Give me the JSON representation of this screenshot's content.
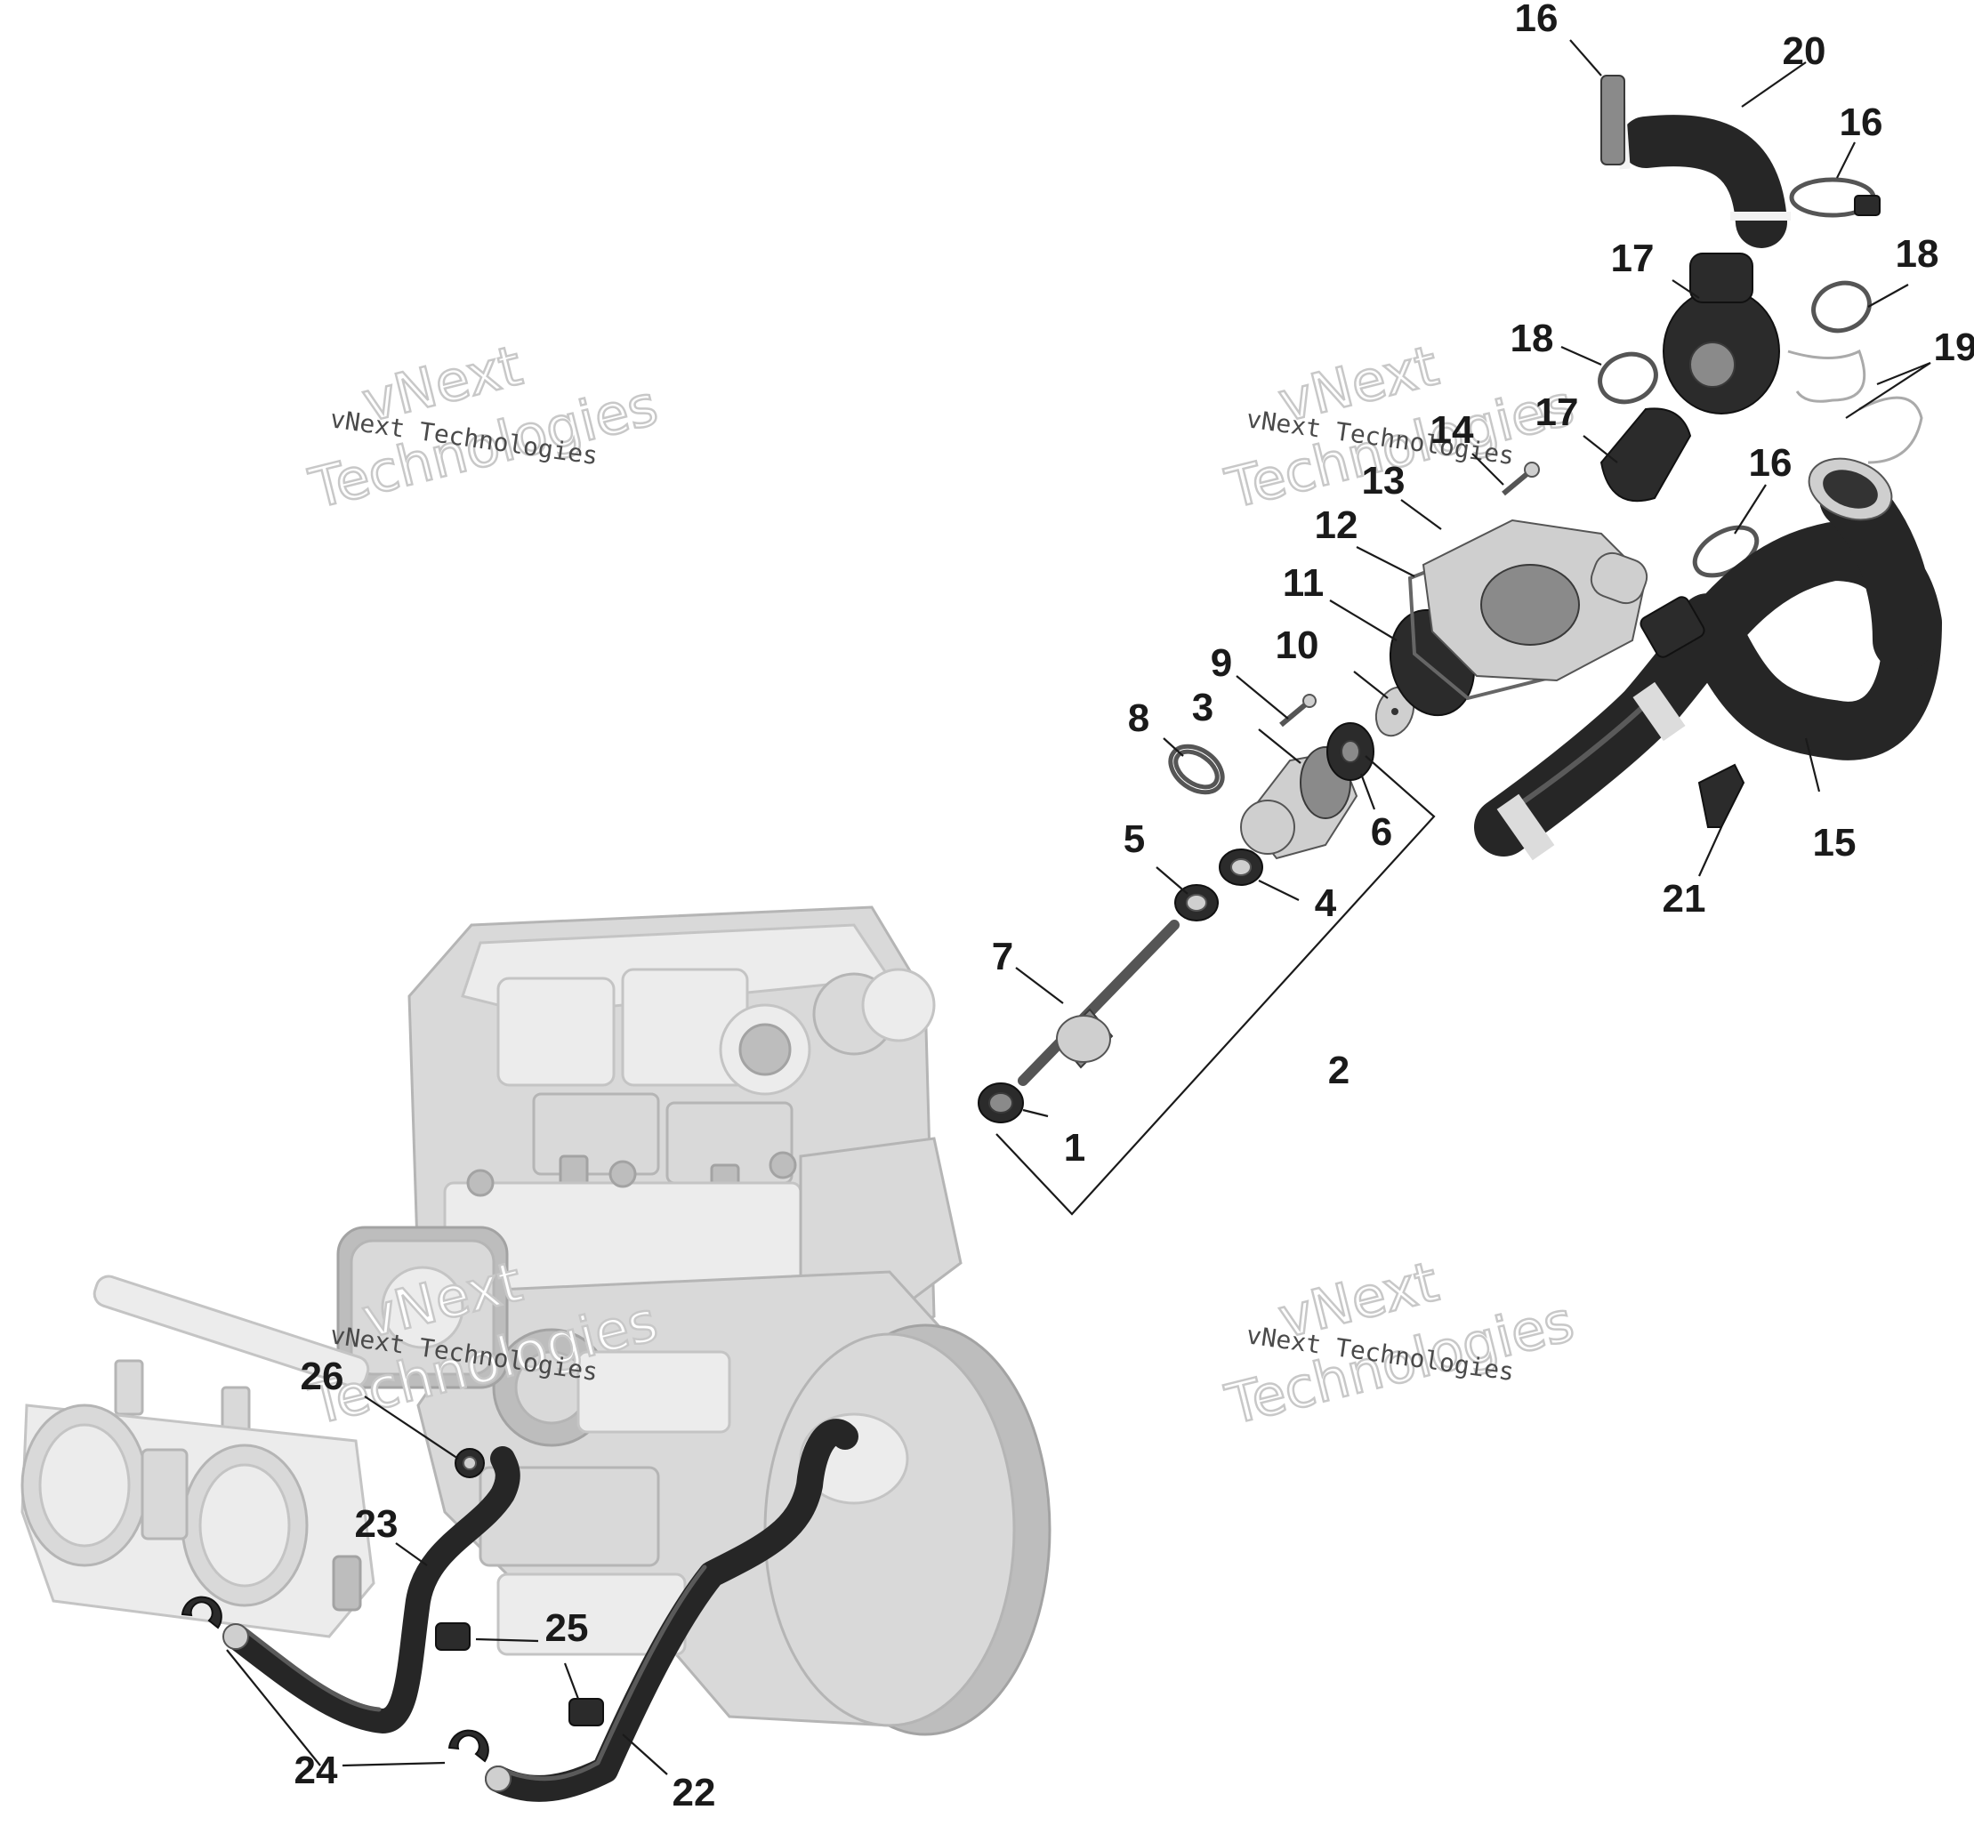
{
  "watermark": {
    "line1": "vNext",
    "line2": "Technologies",
    "small": "vNext Technologies"
  },
  "callouts": [
    {
      "id": "c1",
      "text": "1"
    },
    {
      "id": "c2",
      "text": "2"
    },
    {
      "id": "c3",
      "text": "3"
    },
    {
      "id": "c4",
      "text": "4"
    },
    {
      "id": "c5",
      "text": "5"
    },
    {
      "id": "c6",
      "text": "6"
    },
    {
      "id": "c7",
      "text": "7"
    },
    {
      "id": "c8",
      "text": "8"
    },
    {
      "id": "c9",
      "text": "9"
    },
    {
      "id": "c10",
      "text": "10"
    },
    {
      "id": "c11",
      "text": "11"
    },
    {
      "id": "c12",
      "text": "12"
    },
    {
      "id": "c13",
      "text": "13"
    },
    {
      "id": "c14",
      "text": "14"
    },
    {
      "id": "c15",
      "text": "15"
    },
    {
      "id": "c16a",
      "text": "16"
    },
    {
      "id": "c16b",
      "text": "16"
    },
    {
      "id": "c16c",
      "text": "16"
    },
    {
      "id": "c17a",
      "text": "17"
    },
    {
      "id": "c17b",
      "text": "17"
    },
    {
      "id": "c18a",
      "text": "18"
    },
    {
      "id": "c18b",
      "text": "18"
    },
    {
      "id": "c19",
      "text": "19"
    },
    {
      "id": "c20",
      "text": "20"
    },
    {
      "id": "c21",
      "text": "21"
    },
    {
      "id": "c22",
      "text": "22"
    },
    {
      "id": "c23",
      "text": "23"
    },
    {
      "id": "c24",
      "text": "24"
    },
    {
      "id": "c25",
      "text": "25"
    },
    {
      "id": "c26",
      "text": "26"
    }
  ]
}
